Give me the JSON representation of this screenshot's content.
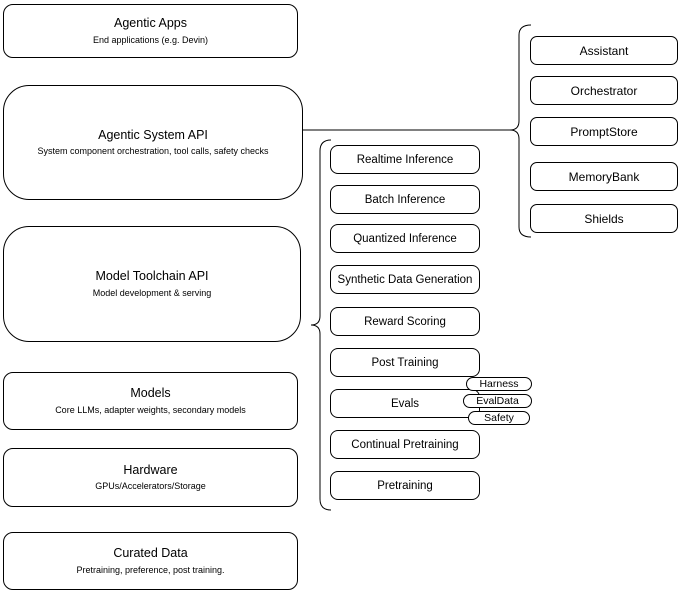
{
  "diagram": {
    "layers": [
      {
        "title": "Agentic Apps",
        "subtitle": "End applications (e.g. Devin)"
      },
      {
        "title": "Agentic System API",
        "subtitle": "System component orchestration, tool calls, safety checks"
      },
      {
        "title": "Model Toolchain API",
        "subtitle": "Model development & serving"
      },
      {
        "title": "Models",
        "subtitle": "Core LLMs, adapter weights, secondary models"
      },
      {
        "title": "Hardware",
        "subtitle": "GPUs/Accelerators/Storage"
      },
      {
        "title": "Curated Data",
        "subtitle": "Pretraining, preference, post training."
      }
    ],
    "toolchain_services": [
      "Realtime Inference",
      "Batch Inference",
      "Quantized Inference",
      "Synthetic Data Generation",
      "Reward Scoring",
      "Post Training",
      "Evals",
      "Continual Pretraining",
      "Pretraining"
    ],
    "eval_components": [
      "Harness",
      "EvalData",
      "Safety"
    ],
    "system_components": [
      "Assistant",
      "Orchestrator",
      "PromptStore",
      "MemoryBank",
      "Shields"
    ],
    "colors": {
      "stroke": "#000000",
      "fill": "#ffffff",
      "text": "#000000",
      "background": "#ffffff"
    }
  }
}
